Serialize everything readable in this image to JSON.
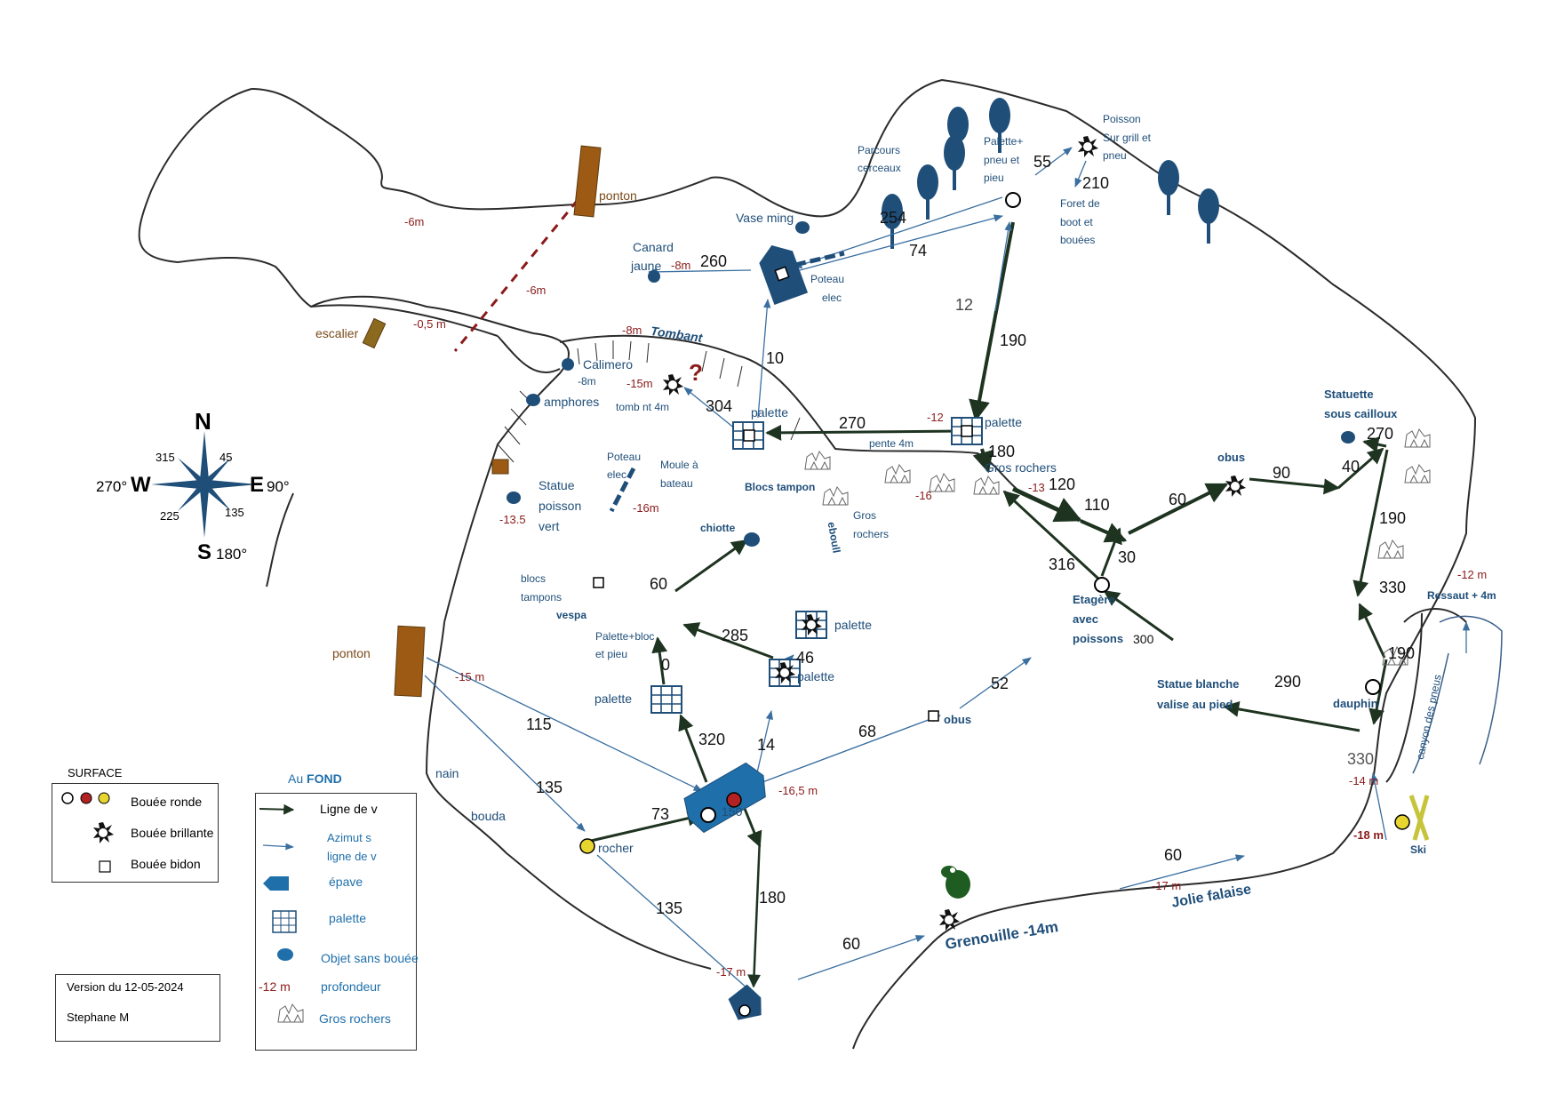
{
  "compass": {
    "north": "N",
    "south": "S",
    "east": "E",
    "west": "W",
    "deg_e": "90°",
    "deg_w": "270°",
    "deg_s": "180°",
    "deg_ne": "45",
    "deg_nw": "315",
    "deg_se": "135",
    "deg_sw": "225"
  },
  "colors": {
    "water_line": "#2b2b2b",
    "navy": "#1f4e79",
    "depth": "#8b1a1a",
    "wood": "#9c5a14",
    "route": "#1e3320",
    "azimuth": "#3a6fa0",
    "buoy_red": "#b22222",
    "buoy_yellow": "#e8d630"
  },
  "labels": {
    "ponton_top": "ponton",
    "ponton_left": "ponton",
    "escalier": "escalier",
    "depth_6m_a": "-6m",
    "depth_6m_b": "-6m",
    "depth_05m": "-0,5 m",
    "vase_ming": "Vase ming",
    "canard": "Canard",
    "jaune": "jaune",
    "depth_canard": "-8m",
    "poteau_elec_top": "Poteau",
    "elec_top": "elec",
    "parcours": "Parcours",
    "cerceaux": "cerceaux",
    "palette_pneu_1": "Palette+",
    "palette_pneu_2": "pneu et",
    "palette_pneu_3": "pieu",
    "poisson_1": "Poisson",
    "poisson_2": "Sur grill et",
    "poisson_3": "pneu",
    "foret_1": "Foret de",
    "foret_2": "boot et",
    "foret_3": "bouées",
    "depth_tombant": "-8m",
    "tombant": "Tombant",
    "calimero": "Calimero",
    "depth_calimero": "-8m",
    "amphores": "amphores",
    "depth_15m": "-15m",
    "question": "?",
    "tombant_4m": "tomb  nt  4m",
    "palette_mid": "palette",
    "palette_right": "palette",
    "depth_12": "-12",
    "pente": "pente  4m",
    "gros_rochers_r": "Gros rochers",
    "depth_13": "-13",
    "depth_16": "-16",
    "statue_1": "Statue",
    "statue_2": "poisson",
    "statue_3": "vert",
    "depth_135": "-13.5",
    "poteau_mid": "Poteau",
    "elec_mid": "elec",
    "moule_1": "Moule à",
    "moule_2": "bateau",
    "depth_16m": "-16m",
    "blocs_tampon": "Blocs tampon",
    "gros_1": "Gros",
    "gros_2": "rochers",
    "eboull": "eboull",
    "chiotte": "chiotte",
    "blocs": "blocs",
    "tampons": "tampons",
    "vespa": "vespa",
    "palette_bloc_1": "Palette+bloc",
    "palette_bloc_2": "et pieu",
    "palette_a": "palette",
    "palette_b": "palette",
    "palette_c": "palette",
    "obus_top": "obus",
    "statuette_1": "Statuette",
    "statuette_2": "sous cailloux",
    "etagere_1": "Etagère",
    "etagere_2": "avec",
    "etagere_3": "poissons",
    "statue_blanche_1": "Statue blanche",
    "statue_blanche_2": "valise au pied",
    "dauphin": "dauphin",
    "depth_12m": "-12 m",
    "ressaut": "Ressaut + 4m",
    "canyon": "canyon des pneus",
    "depth_14m": "-14 m",
    "depth_18m": "-18 m",
    "ski": "Ski",
    "obus_mid": "obus",
    "depth_165": "-16,5 m",
    "depth_15m_b": "-15 m",
    "nain": "nain",
    "bouda": "bouda",
    "rocher": "rocher",
    "depth_17m_a": "-17 m",
    "depth_17m_b": "-17 m",
    "grenouille": "Grenouille -14m",
    "jolie_falaise": "Jolie falaise"
  },
  "bearings": {
    "b254": "254",
    "b74": "74",
    "b55": "55",
    "b210": "210",
    "b260": "260",
    "b12": "12",
    "b190_top": "190",
    "b10": "10",
    "b304": "304",
    "b270": "270",
    "b180_r": "180",
    "b120": "120",
    "b110": "110",
    "b60_obus": "60",
    "b90": "90",
    "b40": "40",
    "b270_s": "270",
    "b190_r": "190",
    "b330_r": "330",
    "b190_d": "190",
    "b290": "290",
    "b316": "316",
    "b30": "30",
    "b300": "300",
    "b60_chiotte": "60",
    "b285": "285",
    "b0": "0",
    "b46": "46",
    "b320": "320",
    "b14": "14",
    "b68": "68",
    "b52": "52",
    "b115": "115",
    "b135_a": "135",
    "b73": "73",
    "b150": "150",
    "b135_b": "135",
    "b180_d": "180",
    "b60_g": "60",
    "b60_j": "60",
    "b330_s": "330"
  },
  "legend_surface": {
    "title": "SURFACE",
    "round": "Bouée ronde",
    "bright": "Bouée brillante",
    "bidon": "Bouée bidon"
  },
  "legend_fond": {
    "title_au": "Au ",
    "title_fond": "FOND",
    "route": "Ligne de v",
    "azimut_1": "Azimut s",
    "azimut_2": "ligne de v",
    "epave": "épave",
    "palette": "palette",
    "objet": "Objet sans bouée",
    "depth_sample": "-12 m",
    "profondeur": "profondeur",
    "rochers": "Gros rochers"
  },
  "version": {
    "line1": "Version  du 12-05-2024",
    "line2": "Stephane  M"
  }
}
